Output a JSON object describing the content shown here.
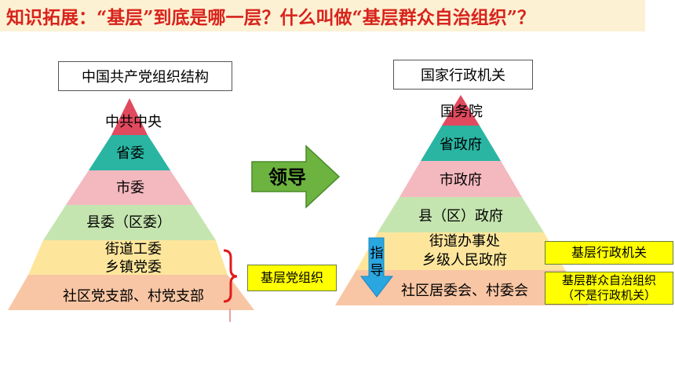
{
  "title": "知识拓展：“基层”到底是哪一层？什么叫做“基层群众自治组织”？",
  "left": {
    "heading": "中国共产党组织结构",
    "levels": [
      "中共中央",
      "省委",
      "市委",
      "县委（区委）",
      "街道工委",
      "乡镇党委",
      "社区党支部、村党支部"
    ],
    "note": "基层党组织"
  },
  "arrow": {
    "label": "领导"
  },
  "right": {
    "heading": "国家行政机关",
    "levels": [
      "国务院",
      "省政府",
      "市政府",
      "县（区）政府",
      "街道办事处",
      "乡级人民政府",
      "社区居委会、村委会"
    ],
    "guide_arrow": "指导",
    "note1": "基层行政机关",
    "note2_line1": "基层群众自治组织",
    "note2_line2": "（不是行政机关）"
  },
  "colors": {
    "title": "#d8231c",
    "title_bg": "#fdf1d3",
    "apex": "#e04a5f",
    "teal": "#2ab5a3",
    "pink": "#f4b8bf",
    "green": "#c5e5b0",
    "yellow": "#fde69c",
    "peach": "#f8c6a4",
    "arrow_green": "#6cb33f",
    "guide_blue": "#2aa6e0",
    "bracket": "#e21b1b",
    "note_bg": "#ffff00"
  }
}
